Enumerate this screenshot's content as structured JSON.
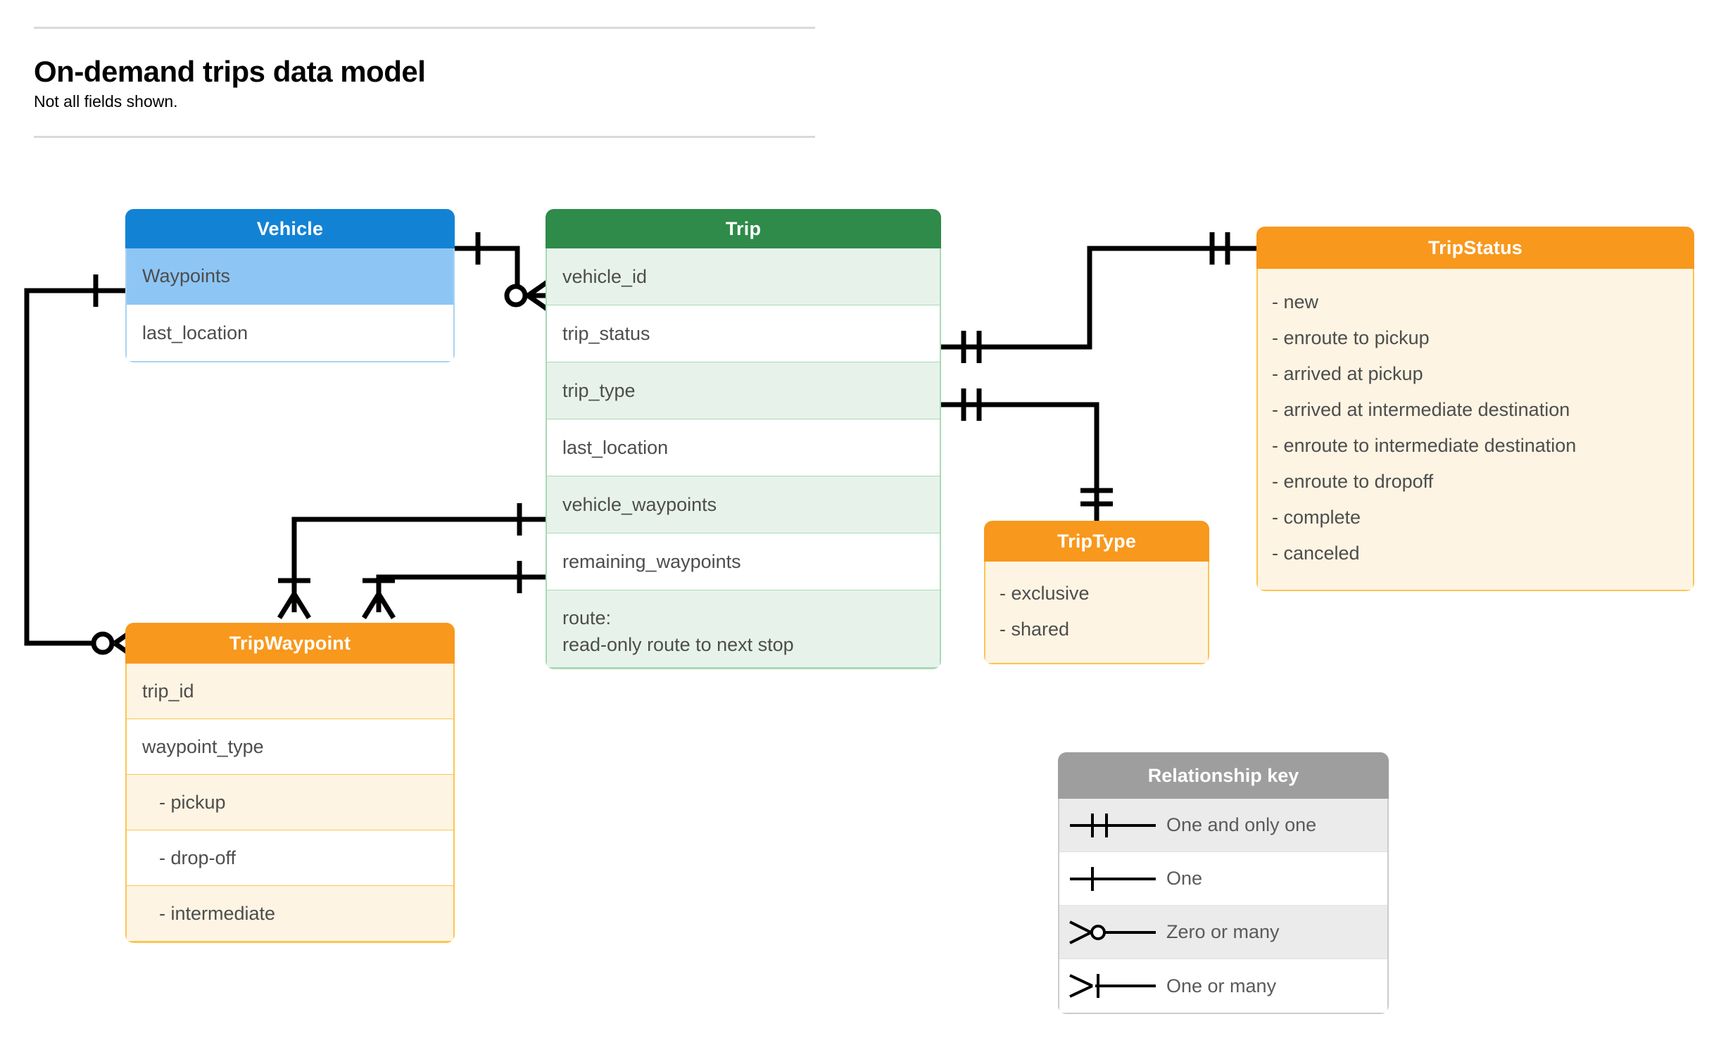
{
  "header": {
    "title": "On-demand trips data model",
    "subtitle": "Not all fields shown."
  },
  "entities": {
    "vehicle": {
      "name": "Vehicle",
      "header_color": "#1283d4",
      "rows": [
        {
          "label": "Waypoints"
        },
        {
          "label": "last_location"
        }
      ]
    },
    "trip": {
      "name": "Trip",
      "header_color": "#2e8b49",
      "rows": [
        {
          "label": "vehicle_id"
        },
        {
          "label": "trip_status"
        },
        {
          "label": "trip_type"
        },
        {
          "label": "last_location"
        },
        {
          "label": "vehicle_waypoints"
        },
        {
          "label": "remaining_waypoints"
        },
        {
          "label": "route:",
          "label2": "read-only route to next stop"
        }
      ]
    },
    "tripstatus": {
      "name": "TripStatus",
      "header_color": "#f8981d",
      "rows": [
        {
          "label": "- new"
        },
        {
          "label": "- enroute to pickup"
        },
        {
          "label": "- arrived at pickup"
        },
        {
          "label": "- arrived at intermediate destination"
        },
        {
          "label": "- enroute to intermediate destination"
        },
        {
          "label": "- enroute to dropoff"
        },
        {
          "label": "- complete"
        },
        {
          "label": "- canceled"
        }
      ]
    },
    "triptype": {
      "name": "TripType",
      "header_color": "#f8981d",
      "rows": [
        {
          "label": "- exclusive"
        },
        {
          "label": "- shared"
        }
      ]
    },
    "tripwaypoint": {
      "name": "TripWaypoint",
      "header_color": "#f8981d",
      "rows": [
        {
          "label": "trip_id"
        },
        {
          "label": "waypoint_type"
        },
        {
          "label": "-  pickup"
        },
        {
          "label": "-  drop-off"
        },
        {
          "label": "-  intermediate"
        }
      ]
    }
  },
  "legend": {
    "title": "Relationship key",
    "rows": [
      {
        "symbol": "one-and-only-one-icon",
        "label": "One and only one"
      },
      {
        "symbol": "one-icon",
        "label": "One"
      },
      {
        "symbol": "zero-or-many-icon",
        "label": "Zero or many"
      },
      {
        "symbol": "one-or-many-icon",
        "label": "One or many"
      }
    ]
  },
  "relationships": [
    {
      "from": "Vehicle",
      "to": "Trip.vehicle_id",
      "from_card": "One",
      "to_card": "Zero or many"
    },
    {
      "from": "Vehicle.Waypoints",
      "to": "TripWaypoint",
      "from_card": "One",
      "to_card": "Zero or many"
    },
    {
      "from": "Trip.trip_status",
      "to": "TripStatus",
      "from_card": "One and only one",
      "to_card": "One and only one"
    },
    {
      "from": "Trip.trip_type",
      "to": "TripType",
      "from_card": "One and only one",
      "to_card": "One and only one"
    },
    {
      "from": "Trip.vehicle_waypoints",
      "to": "TripWaypoint",
      "from_card": "One",
      "to_card": "One or many"
    },
    {
      "from": "Trip.remaining_waypoints",
      "to": "TripWaypoint",
      "from_card": "One",
      "to_card": "One or many"
    }
  ]
}
